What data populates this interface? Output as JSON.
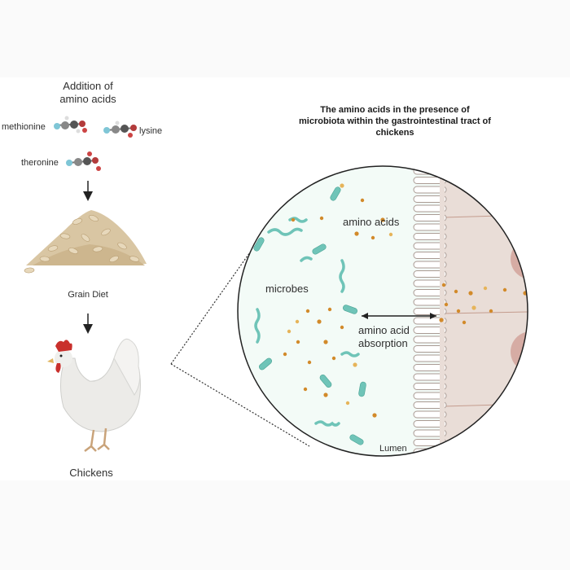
{
  "left_panel": {
    "heading_line1": "Addition of",
    "heading_line2": "amino acids",
    "methionine": "methionine",
    "lysine": "lysine",
    "theronine": "theronine",
    "grain_label": "Grain Diet",
    "chickens_label": "Chickens"
  },
  "right_panel": {
    "title_line1": "The amino acids in the presence of",
    "title_line2": "microbiota within the gastrointestinal tract of",
    "title_line3": "chickens",
    "amino_acids_label": "amino acids",
    "microbes_label": "microbes",
    "absorption_line1": "amino acid",
    "absorption_line2": "absorption",
    "lumen_label": "Lumen"
  },
  "colors": {
    "microbe": "#6fc4b8",
    "amino_dot": "#d28a2a",
    "tissue": "#e8dcd6",
    "cell": "#d3aea6"
  },
  "icons": [
    "molecule-icon",
    "grain-pile-icon",
    "chicken-icon",
    "arrow-down-icon",
    "double-arrow-icon"
  ]
}
